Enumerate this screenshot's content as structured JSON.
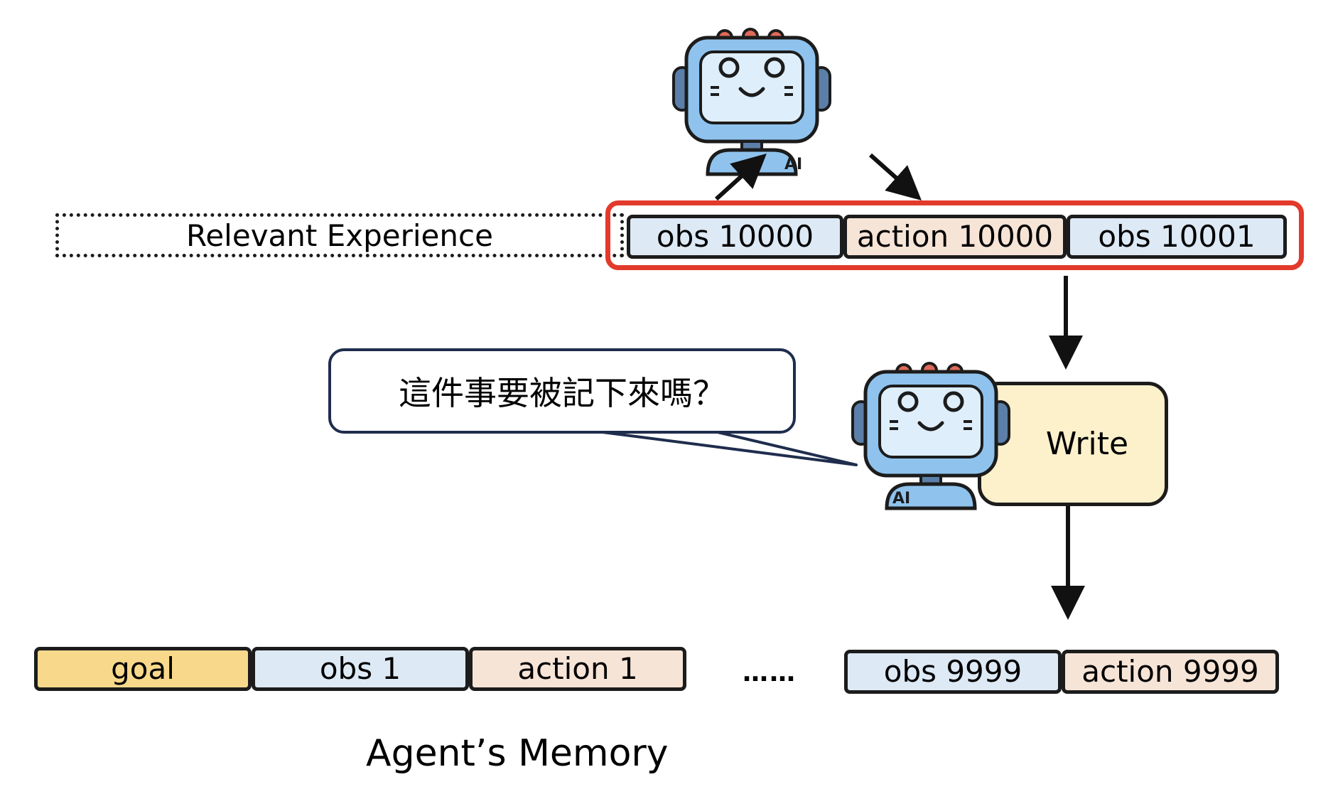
{
  "relevant_experience": "Relevant Experience",
  "retrieved": {
    "obs_a": "obs 10000",
    "action": "action 10000",
    "obs_b": "obs 10001"
  },
  "speech_bubble": "這件事要被記下來嗎？",
  "write_label": "Write",
  "robot_badge": "AI",
  "memory": {
    "goal": "goal",
    "obs_1": "obs 1",
    "action_1": "action 1",
    "ellipsis": "……",
    "obs_9999": "obs 9999",
    "action_9999": "action 9999"
  },
  "memory_caption": "Agent’s Memory",
  "colors": {
    "obs": "#dde9f5",
    "action": "#f6e4d7",
    "goal": "#f8d98b",
    "write": "#fdf1cc",
    "highlight": "#e23a2b",
    "robot": "#8fc3ee"
  }
}
